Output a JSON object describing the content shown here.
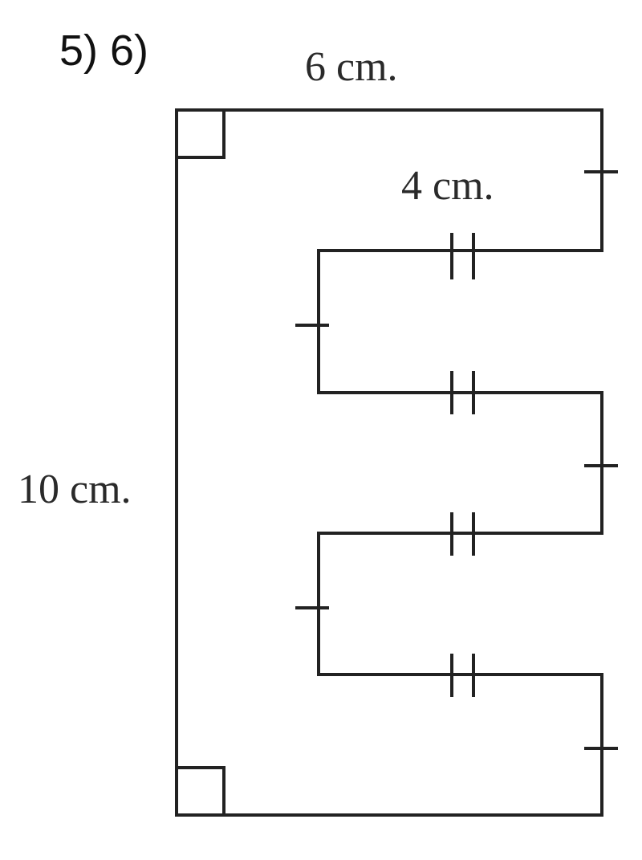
{
  "problem_label": "5) 6)",
  "measurements": {
    "top_width": "6 cm.",
    "inner_width": "4 cm.",
    "height": "10 cm."
  }
}
